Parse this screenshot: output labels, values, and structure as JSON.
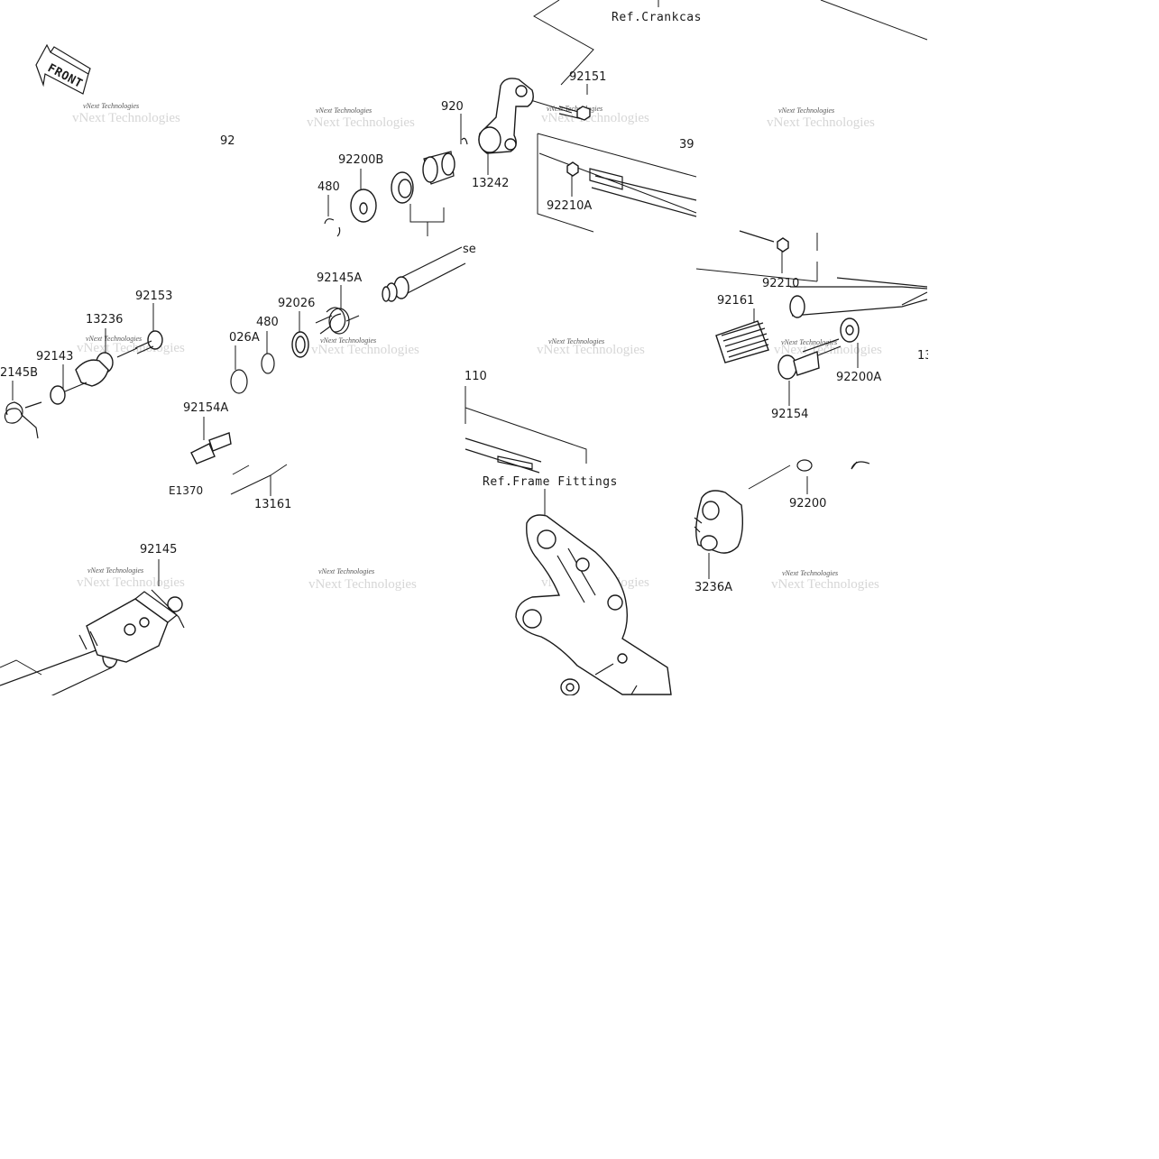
{
  "diagram": {
    "part_labels": [
      {
        "id": "92151",
        "text": "92151"
      },
      {
        "id": "920",
        "text": "920"
      },
      {
        "id": "92-left",
        "text": "92"
      },
      {
        "id": "39",
        "text": "39"
      },
      {
        "id": "92200B",
        "text": "92200B"
      },
      {
        "id": "480-top",
        "text": "480"
      },
      {
        "id": "13242",
        "text": "13242"
      },
      {
        "id": "92210A",
        "text": "92210A"
      },
      {
        "id": "92210",
        "text": "92210"
      },
      {
        "id": "se",
        "text": "se"
      },
      {
        "id": "92145A",
        "text": "92145A"
      },
      {
        "id": "92153",
        "text": "92153"
      },
      {
        "id": "92026",
        "text": "92026"
      },
      {
        "id": "13236",
        "text": "13236"
      },
      {
        "id": "480-mid",
        "text": "480"
      },
      {
        "id": "92161",
        "text": "92161"
      },
      {
        "id": "026A",
        "text": "026A"
      },
      {
        "id": "92143",
        "text": "92143"
      },
      {
        "id": "2145B",
        "text": "2145B"
      },
      {
        "id": "110",
        "text": "110"
      },
      {
        "id": "92200A",
        "text": "92200A"
      },
      {
        "id": "13",
        "text": "13"
      },
      {
        "id": "92154A",
        "text": "92154A"
      },
      {
        "id": "92154",
        "text": "92154"
      },
      {
        "id": "E1370",
        "text": "E1370"
      },
      {
        "id": "13161",
        "text": "13161"
      },
      {
        "id": "92200",
        "text": "92200"
      },
      {
        "id": "92145",
        "text": "92145"
      },
      {
        "id": "3236A",
        "text": "3236A"
      }
    ],
    "references": {
      "crankcase": "Ref.Crankcas",
      "frame_fittings": "Ref.Frame Fittings"
    },
    "front_marker": "FRONT",
    "watermark": "vNext Technologies"
  }
}
